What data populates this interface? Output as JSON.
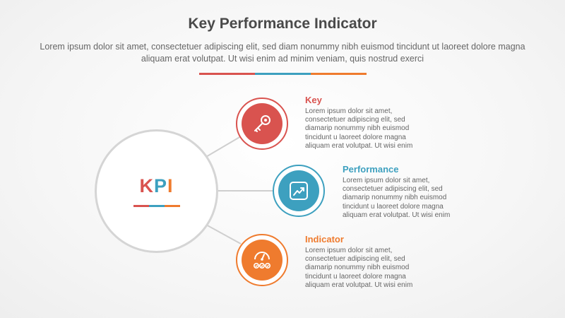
{
  "title": "Key Performance Indicator",
  "subtitle": "Lorem ipsum dolor sit amet, consectetuer adipiscing elit, sed diam nonummy nibh euismod tincidunt ut laoreet dolore magna aliquam erat volutpat. Ut wisi enim ad minim veniam, quis nostrud exerci",
  "colors": {
    "red": "#d9534f",
    "blue": "#3da0bf",
    "orange": "#ef7b2e",
    "hub_border": "#d5d5d5",
    "connector": "#cfcfcf"
  },
  "hub": {
    "label_parts": [
      "K",
      "P",
      "I"
    ]
  },
  "items": [
    {
      "title": "Key",
      "icon": "key-icon",
      "color": "#d9534f",
      "text": "Lorem ipsum dolor sit amet, consectetuer adipiscing elit, sed diamarip nonummy nibh euismod tincidunt u laoreet dolore magna aliquam erat volutpat. Ut wisi enim"
    },
    {
      "title": "Performance",
      "icon": "growth-chart-icon",
      "color": "#3da0bf",
      "text": "Lorem ipsum dolor sit amet, consectetuer adipiscing elit, sed diamarip nonummy nibh euismod tincidunt u laoreet dolore magna aliquam erat volutpat. Ut wisi enim"
    },
    {
      "title": "Indicator",
      "icon": "gauge-checklist-icon",
      "color": "#ef7b2e",
      "text": "Lorem ipsum dolor sit amet, consectetuer adipiscing elit, sed diamarip nonummy nibh euismod tincidunt u laoreet dolore magna aliquam erat volutpat. Ut wisi enim"
    }
  ]
}
